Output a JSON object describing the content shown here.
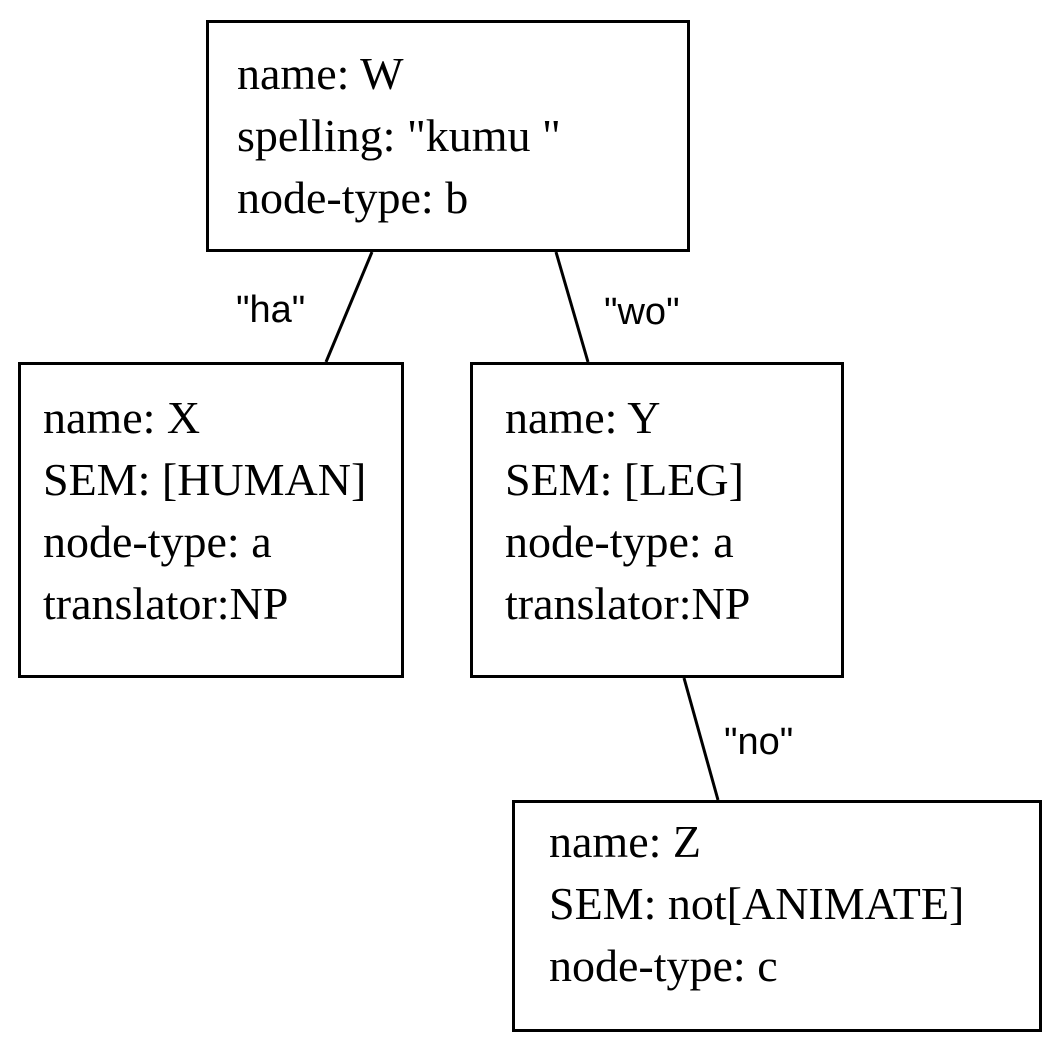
{
  "nodes": {
    "w": {
      "name": "name: W",
      "spelling": "spelling: \"kumu \"",
      "node_type": "node-type: b"
    },
    "x": {
      "name": "name: X",
      "sem_prefix": "SEM: [",
      "sem_value": "HUMAN",
      "sem_suffix": "]",
      "node_type": "node-type: a",
      "translator": "translator:NP"
    },
    "y": {
      "name": "name: Y",
      "sem_prefix": "SEM: [",
      "sem_value": "LEG",
      "sem_suffix": "]",
      "node_type": "node-type: a",
      "translator": "translator:NP"
    },
    "z": {
      "name": "name: Z",
      "sem_prefix": "SEM: not[",
      "sem_value": "ANIMATE",
      "sem_suffix": "]",
      "node_type": "node-type: c"
    }
  },
  "edges": [
    {
      "from": "W",
      "to": "X",
      "label": "\"ha\""
    },
    {
      "from": "W",
      "to": "Y",
      "label": "\"wo\""
    },
    {
      "from": "Y",
      "to": "Z",
      "label": "\"no\""
    }
  ]
}
